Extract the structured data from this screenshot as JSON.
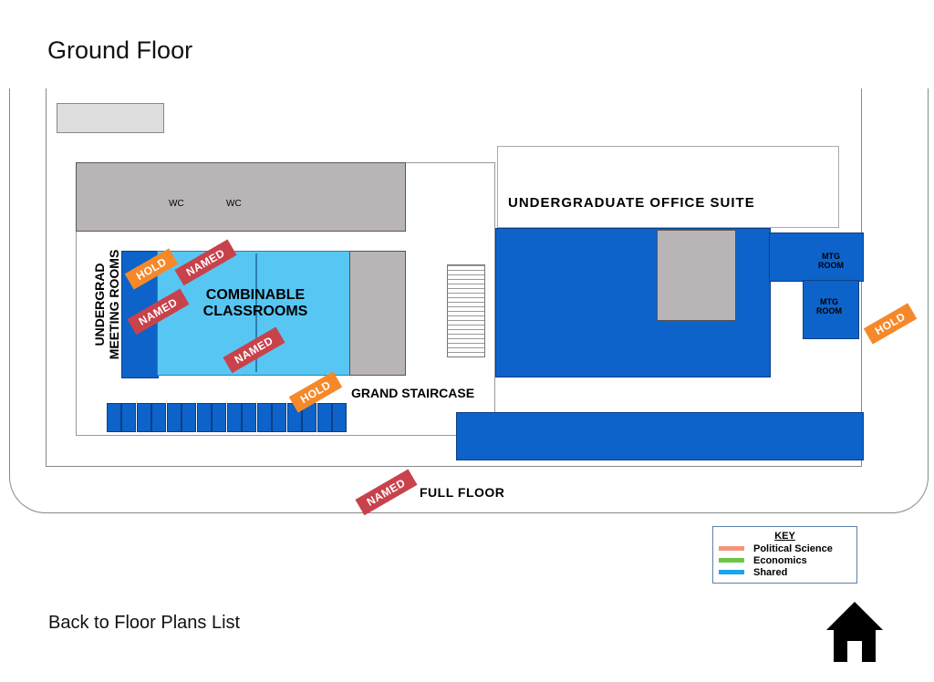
{
  "page": {
    "title": "Ground Floor",
    "back_link": "Back to Floor Plans List",
    "home_icon": "home-icon"
  },
  "rooms": {
    "office_suite": "UNDERGRADUATE OFFICE SUITE",
    "classrooms_1": "COMBINABLE",
    "classrooms_2": "CLASSROOMS",
    "meeting_rooms_1": "UNDERGRAD",
    "meeting_rooms_2": "MEETING ROOMS",
    "staircase": "GRAND STAIRCASE",
    "full_floor": "FULL FLOOR",
    "mtg_room_1": "MTG ROOM",
    "mtg_room_2": "MTG ROOM",
    "wc_1": "WC",
    "wc_2": "WC"
  },
  "tags": {
    "hold": "HOLD",
    "named": "NAMED"
  },
  "key": {
    "title": "KEY",
    "items": [
      {
        "label": "Political Science",
        "color": "#f4947c"
      },
      {
        "label": "Economics",
        "color": "#6cc644"
      },
      {
        "label": "Shared",
        "color": "#1aa3ee"
      }
    ]
  }
}
